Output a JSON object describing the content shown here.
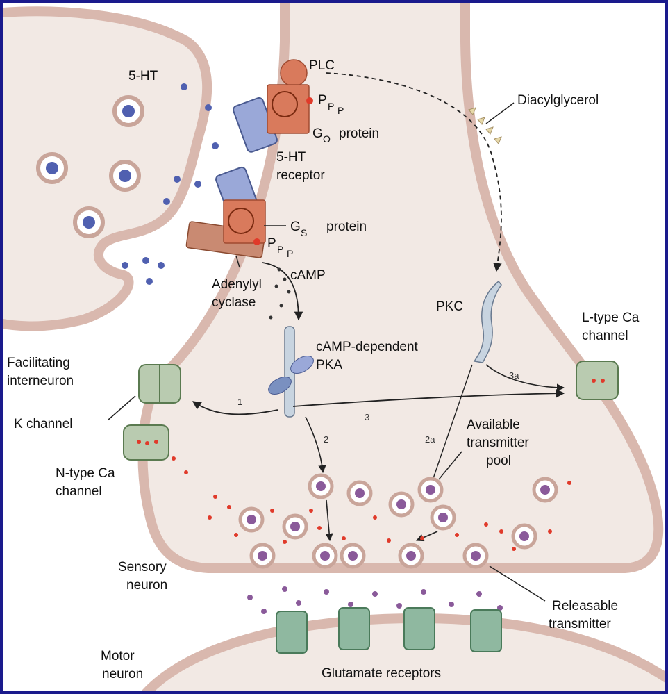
{
  "labels": {
    "serotonin": "5-HT",
    "plc": "PLC",
    "diacylglycerol": "Diacylglycerol",
    "ppp_top": "P",
    "ppp_sub1": "P",
    "ppp_sub2": "P",
    "go_protein_g": "G",
    "go_protein_sub": "O",
    "go_protein_word": "protein",
    "receptor_line1": "5-HT",
    "receptor_line2": "receptor",
    "gs_protein_g": "G",
    "gs_protein_sub": "S",
    "gs_protein_word": "protein",
    "ppp2_top": "P",
    "ppp2_sub1": "P",
    "ppp2_sub2": "P",
    "camp": "cAMP",
    "adenylyl_line1": "Adenylyl",
    "adenylyl_line2": "cyclase",
    "pkc": "PKC",
    "ltype_line1": "L-type Ca",
    "ltype_line2": "channel",
    "pka_line1": "cAMP-dependent",
    "pka_line2": "PKA",
    "facilitating_line1": "Facilitating",
    "facilitating_line2": "interneuron",
    "k_channel": "K channel",
    "ntype_line1": "N-type Ca",
    "ntype_line2": "channel",
    "available_line1": "Available",
    "available_line2": "transmitter",
    "available_line3": "pool",
    "sensory_line1": "Sensory",
    "sensory_line2": "neuron",
    "releasable_line1": "Releasable",
    "releasable_line2": "transmitter",
    "motor_line1": "Motor",
    "motor_line2": "neuron",
    "glutamate": "Glutamate receptors"
  },
  "pathway_numbers": {
    "p1": "1",
    "p2": "2",
    "p2a": "2a",
    "p3": "3",
    "p3a": "3a"
  },
  "colors": {
    "frame": "#1a1a8c",
    "membrane": "#d9b8ae",
    "cytoplasm": "#f2e9e4",
    "receptor": "#9aa8d8",
    "g_protein": "#d97a5c",
    "k_channel": "#b9cbb0",
    "glutamate_receptor": "#8fb8a0",
    "calcium": "#e03a2a",
    "transmitter": "#8a5a9a",
    "serotonin": "#5060b0",
    "pkc": "#c8d4e0"
  }
}
